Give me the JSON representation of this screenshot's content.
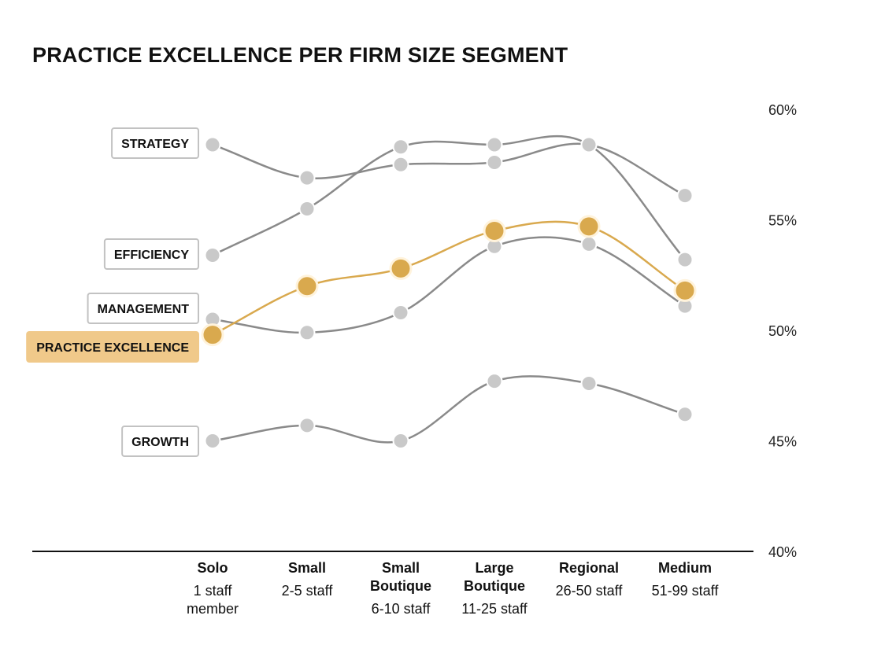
{
  "chart_data": {
    "type": "line",
    "title": "PRACTICE EXCELLENCE PER FIRM SIZE SEGMENT",
    "categories": [
      {
        "name": "Solo",
        "sub": [
          "1 staff",
          "member"
        ]
      },
      {
        "name": "Small",
        "sub": [
          "2-5 staff"
        ]
      },
      {
        "name": "Small Boutique",
        "name_lines": [
          "Small",
          "Boutique"
        ],
        "sub": [
          "6-10 staff"
        ]
      },
      {
        "name": "Large Boutique",
        "name_lines": [
          "Large",
          "Boutique"
        ],
        "sub": [
          "11-25 staff"
        ]
      },
      {
        "name": "Regional",
        "sub": [
          "26-50 staff"
        ]
      },
      {
        "name": "Medium",
        "sub": [
          "51-99 staff"
        ]
      }
    ],
    "y_ticks": [
      "60%",
      "55%",
      "50%",
      "45%",
      "40%"
    ],
    "ylim": [
      40,
      60
    ],
    "grid": false,
    "series": [
      {
        "name": "STRATEGY",
        "highlight": false,
        "values": [
          58.4,
          56.9,
          57.5,
          57.6,
          58.4,
          56.1
        ]
      },
      {
        "name": "EFFICIENCY",
        "highlight": false,
        "values": [
          53.4,
          55.5,
          58.3,
          58.4,
          58.4,
          53.2
        ]
      },
      {
        "name": "MANAGEMENT",
        "highlight": false,
        "values": [
          50.5,
          49.9,
          50.8,
          53.8,
          53.9,
          51.1
        ]
      },
      {
        "name": "PRACTICE EXCELLENCE",
        "highlight": true,
        "values": [
          49.8,
          52.0,
          52.8,
          54.5,
          54.7,
          51.8
        ]
      },
      {
        "name": "GROWTH",
        "highlight": false,
        "values": [
          45.0,
          45.7,
          45.0,
          47.7,
          47.6,
          46.2
        ]
      }
    ],
    "colors": {
      "line": "#8a8a8a",
      "marker": "#c9c9c9",
      "highlight_line": "#d9a94e",
      "highlight_marker": "#d9a94e",
      "highlight_label_bg": "#f0c98a",
      "label_border": "#c2c2c2",
      "axis": "#111111"
    }
  }
}
